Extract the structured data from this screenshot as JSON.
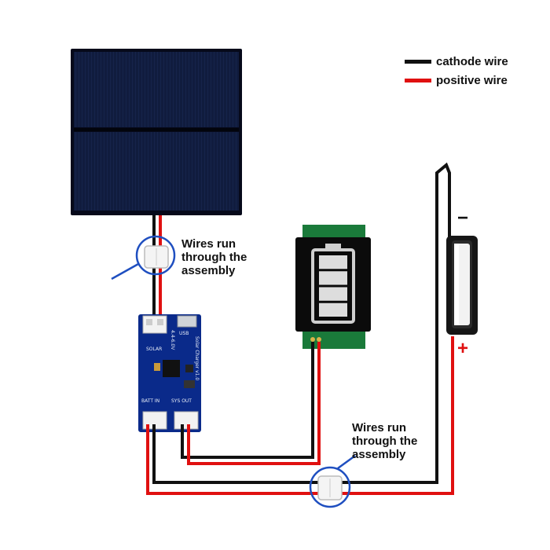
{
  "legend": {
    "cathode": {
      "label": "cathode wire",
      "color": "#111111"
    },
    "positive": {
      "label": "positive wire",
      "color": "#e01010"
    }
  },
  "notes": {
    "top": [
      "Wires run",
      "through the",
      "assembly"
    ],
    "bottom": [
      "Wires run",
      "through the",
      "assembly"
    ]
  },
  "battery": {
    "minus": "−",
    "plus": "+"
  },
  "pcb": {
    "usb": "USB",
    "solar": "SOLAR",
    "batt_in": "BATT IN",
    "sys_out": "SYS OUT",
    "name": "Solar Charger v1.0",
    "vin": "4.4-6.0V"
  },
  "indicator": {
    "bars": 4
  },
  "colors": {
    "accent_ring": "#1f4fc0",
    "pcb_blue": "#0a2a8a",
    "indicator_green": "#1a7a3a",
    "bar_color": "#dddddd",
    "panel": "#0b1533"
  }
}
